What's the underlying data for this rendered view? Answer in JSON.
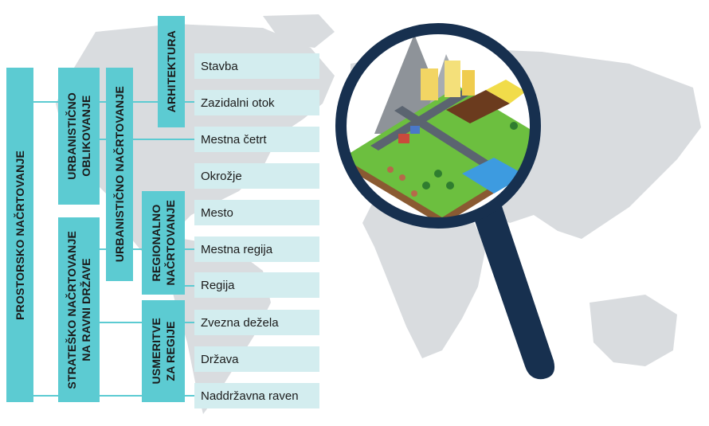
{
  "categories": {
    "prostorsko": "PROSTORSKO NAČRTOVANJE",
    "urbanisticno_oblikovanje": "URBANISTIČNO\nOBLIKOVANJE",
    "strateko": "STRATEŠKO NAČRTOVANJE\nNA RAVNI DRŽAVE",
    "urbanisticno_nacrtovanje": "URBANISTIČNO NAČRTOVANJE",
    "arhitektura": "ARHITEKTURA",
    "regionalno": "REGIONALNO\nNAČRTOVANJE",
    "usmeritve": "USMERITVE\nZA REGIJE"
  },
  "items": [
    "Stavba",
    "Zazidalni otok",
    "Mestna četrt",
    "Okrožje",
    "Mesto",
    "Mestna regija",
    "Regija",
    "Zvezna dežela",
    "Država",
    "Naddržavna raven"
  ],
  "colors": {
    "category": "#5ccbd2",
    "item": "#d3edef",
    "map": "#d9dcdf",
    "lens_frame": "#17304f"
  }
}
